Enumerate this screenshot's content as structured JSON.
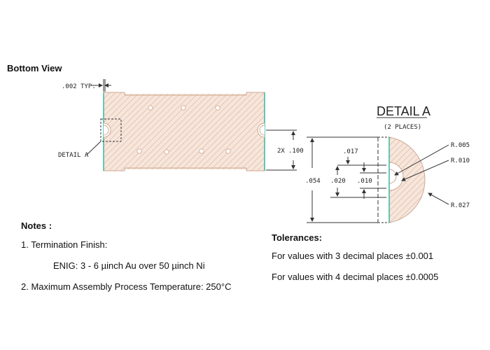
{
  "bottom_view": {
    "title": "Bottom View",
    "dim_002": ".002 TYP.",
    "detail_label": "DETAIL A",
    "dim_2x": "2X",
    "dim_100": ".100"
  },
  "detail_a": {
    "title": "DETAIL A",
    "subtitle": "(2 PLACES)",
    "dim_017": ".017",
    "dim_054": ".054",
    "dim_020": ".020",
    "dim_010": ".010",
    "r_005": "R.005",
    "r_010": "R.010",
    "r_027": "R.027"
  },
  "notes": {
    "heading": "Notes :",
    "item1": "1. Termination Finish:",
    "item1_detail": "ENIG: 3 - 6 µinch Au over 50 µinch Ni",
    "item2": "2. Maximum Assembly Process Temperature: 250°C"
  },
  "tolerances": {
    "heading": "Tolerances:",
    "line1": "For values with 3 decimal places ±0.001",
    "line2": "For values with 4 decimal places ±0.0005"
  },
  "colors": {
    "pad_fill": "#f6e6dc",
    "hatch": "#e2b7a0",
    "edge": "#39b79c",
    "line": "#333333"
  }
}
